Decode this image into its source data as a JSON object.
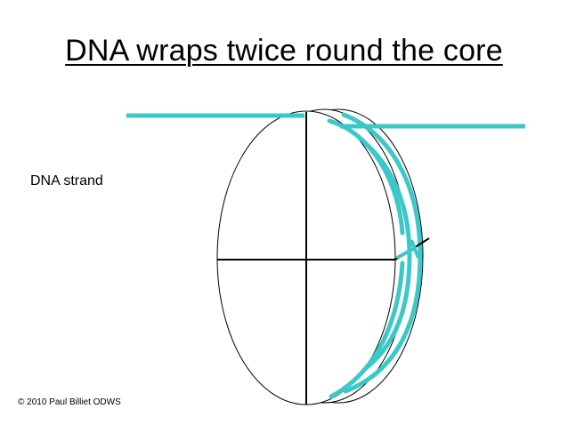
{
  "slide": {
    "title": "DNA wraps twice round the core",
    "strand_label": "DNA strand",
    "copyright": "© 2010 Paul Billiet ODWS"
  },
  "colors": {
    "dna": "#3cc8c8",
    "outline": "#000000",
    "background": "#ffffff"
  }
}
